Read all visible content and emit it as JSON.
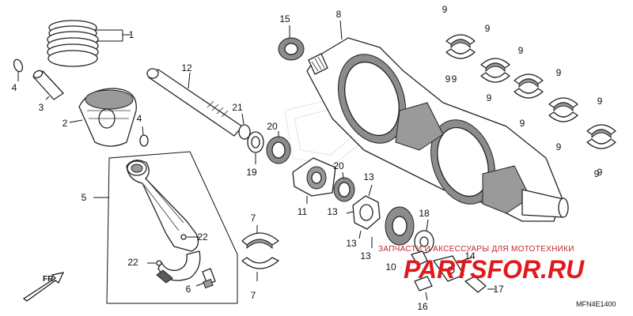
{
  "diagram": {
    "callouts": [
      "1",
      "2",
      "3",
      "4",
      "4",
      "5",
      "6",
      "7",
      "7",
      "8",
      "9",
      "9",
      "9",
      "9",
      "9",
      "9",
      "9",
      "9",
      "9",
      "9",
      "9",
      "9",
      "10",
      "11",
      "12",
      "13",
      "13",
      "13",
      "13",
      "14",
      "15",
      "16",
      "17",
      "18",
      "19",
      "20",
      "20",
      "21",
      "22",
      "22"
    ],
    "direction_label": "FR.",
    "diagram_code": "MFN4E1400"
  },
  "watermark": {
    "tagline": "ЗАПЧАСТИ И АКСЕССУАРЫ ДЛЯ МОТОТЕХНИКИ",
    "brand": "PARTSFOR.RU",
    "color": "#e0191d"
  }
}
